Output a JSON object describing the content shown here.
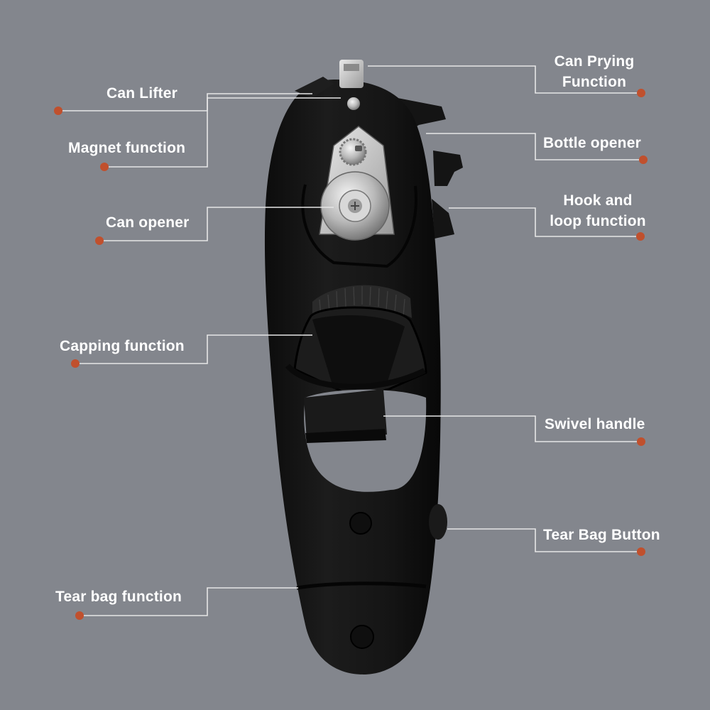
{
  "colors": {
    "background": "#83868d",
    "device_body": "#141414",
    "leader_line": "#e6e6e6",
    "dot": "#c0502d",
    "label_text": "#ffffff"
  },
  "callouts": {
    "can_lifter": "Can Lifter",
    "magnet_function": "Magnet function",
    "can_opener": "Can opener",
    "capping_function": "Capping function",
    "tear_bag_function": "Tear bag function",
    "can_prying_line1": "Can Prying",
    "can_prying_line2": "Function",
    "bottle_opener": "Bottle opener",
    "hook_loop_line1": "Hook and",
    "hook_loop_line2": "loop function",
    "swivel_handle": "Swivel handle",
    "tear_bag_button": "Tear Bag Button"
  },
  "icons": {
    "device": "multifunction-can-opener-icon",
    "dot": "callout-dot-icon"
  }
}
